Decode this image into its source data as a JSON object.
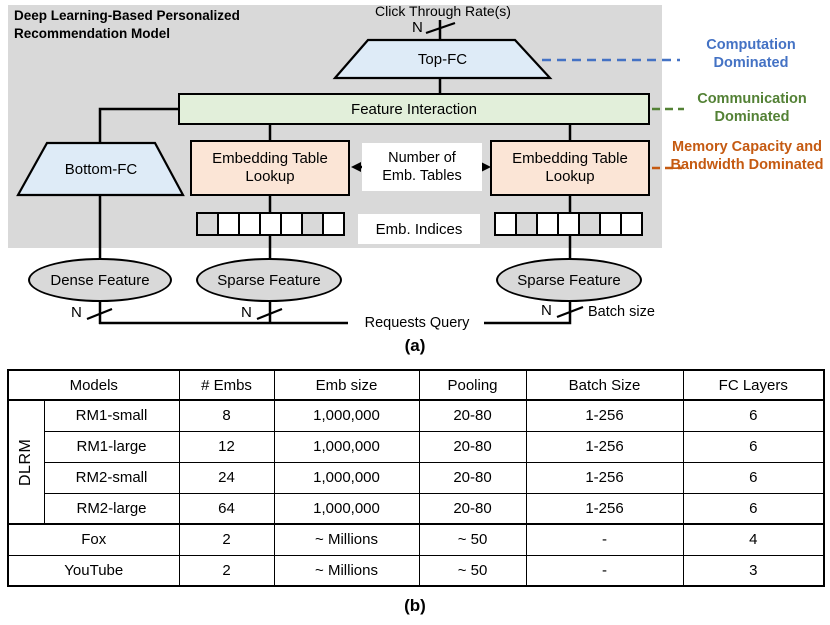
{
  "diagram": {
    "title_line1": "Deep Learning-Based Personalized",
    "title_line2": "Recommendation Model",
    "click_through_rate": "Click Through Rate(s)",
    "n_label": "N",
    "top_fc": "Top-FC",
    "feature_interaction": "Feature Interaction",
    "bottom_fc": "Bottom-FC",
    "embedding_table_lookup": "Embedding Table Lookup",
    "num_emb_tables_line1": "Number of",
    "num_emb_tables_line2": "Emb. Tables",
    "emb_indices": "Emb. Indices",
    "dense_feature": "Dense Feature",
    "sparse_feature": "Sparse Feature",
    "requests_query": "Requests Query",
    "batch_size": "Batch size",
    "caption_a": "(a)",
    "emb_cells_left": [
      1,
      0,
      0,
      0,
      0,
      1,
      0
    ],
    "emb_cells_right": [
      0,
      1,
      0,
      0,
      1,
      0,
      0
    ],
    "annotations": {
      "computation": {
        "label": "Computation Dominated",
        "color": "#4472C4"
      },
      "communication": {
        "label": "Communication Dominated",
        "color": "#538135"
      },
      "memory": {
        "label": "Memory Capacity and Bandwidth Dominated",
        "color": "#C55A11"
      }
    },
    "colors": {
      "background_gray": "#D9D9D9",
      "fc_fill": "#DEEBF7",
      "interaction_fill": "#E2EFDA",
      "embedding_fill": "#FBE5D6",
      "ellipse_fill": "#D9D9D9"
    }
  },
  "table": {
    "caption_b": "(b)",
    "headers": [
      "Models",
      "# Embs",
      "Emb size",
      "Pooling",
      "Batch Size",
      "FC Layers"
    ],
    "group_label": "DLRM",
    "rows": [
      [
        "RM1-small",
        "8",
        "1,000,000",
        "20-80",
        "1-256",
        "6"
      ],
      [
        "RM1-large",
        "12",
        "1,000,000",
        "20-80",
        "1-256",
        "6"
      ],
      [
        "RM2-small",
        "24",
        "1,000,000",
        "20-80",
        "1-256",
        "6"
      ],
      [
        "RM2-large",
        "64",
        "1,000,000",
        "20-80",
        "1-256",
        "6"
      ],
      [
        "Fox",
        "2",
        "~ Millions",
        "~ 50",
        "-",
        "4"
      ],
      [
        "YouTube",
        "2",
        "~ Millions",
        "~ 50",
        "-",
        "3"
      ]
    ]
  }
}
